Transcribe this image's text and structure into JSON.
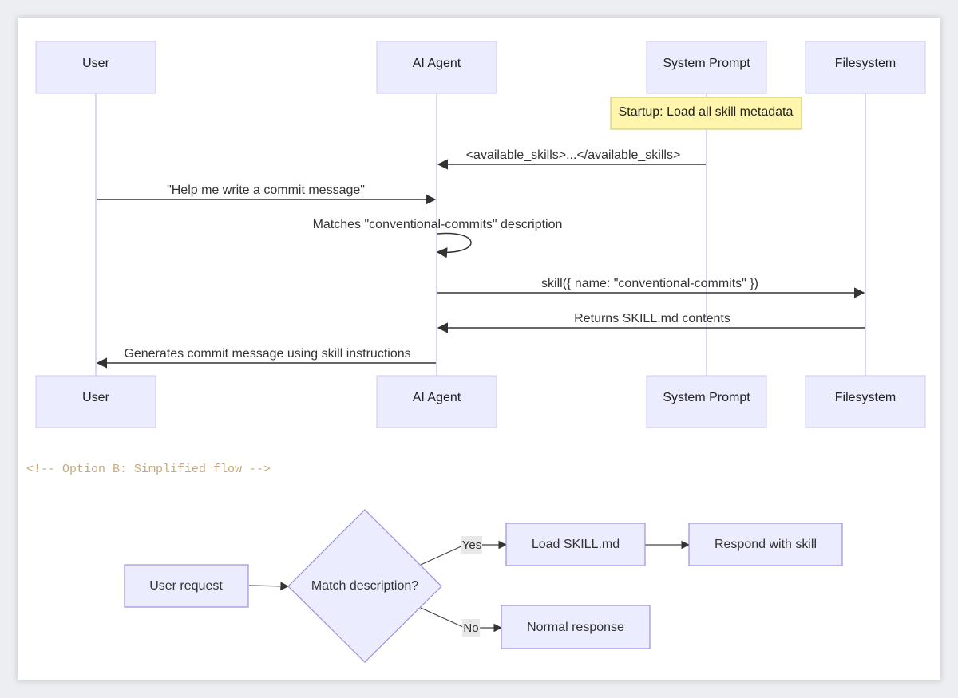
{
  "sequence": {
    "actors": [
      "User",
      "AI Agent",
      "System Prompt",
      "Filesystem"
    ],
    "note": "Startup: Load all skill metadata",
    "messages": [
      "<available_skills>...</available_skills>",
      "\"Help me write a commit message\"",
      "Matches \"conventional-commits\" description",
      "skill({ name: \"conventional-commits\" })",
      "Returns SKILL.md contents",
      "Generates commit message using skill instructions"
    ]
  },
  "comment": "<!-- Option B: Simplified flow -->",
  "flowchart": {
    "nodes": {
      "user_request": "User request",
      "match": "Match description?",
      "load_skill": "Load SKILL.md",
      "respond": "Respond with skill",
      "normal": "Normal response"
    },
    "edge_labels": {
      "yes": "Yes",
      "no": "No"
    }
  },
  "colors": {
    "actor_fill": "#ececff",
    "note_fill": "#fff5ad",
    "comment": "#c8a878"
  }
}
